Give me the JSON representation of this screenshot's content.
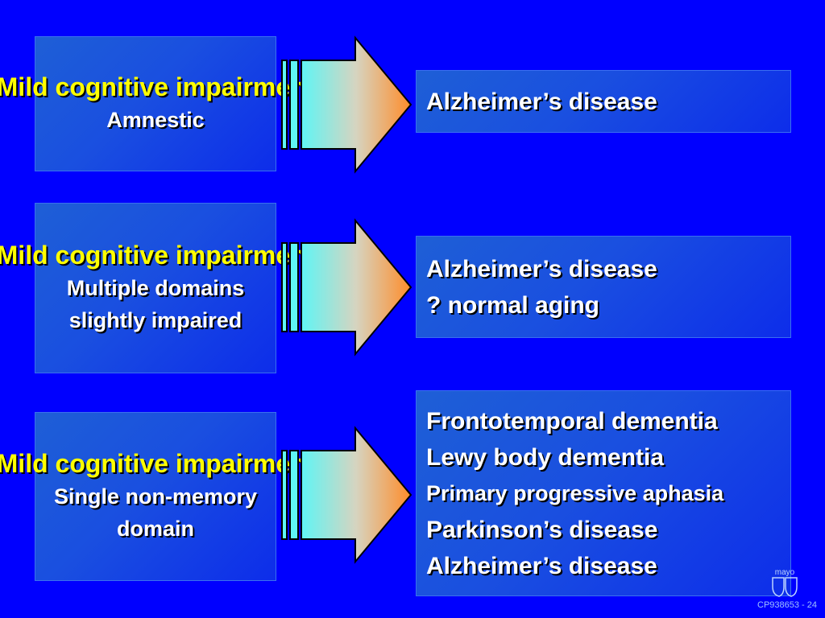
{
  "rows": [
    {
      "left_title": "Mild cognitive impairment",
      "left_subtitle": "Amnestic",
      "right_lines": [
        "Alzheimer’s disease"
      ]
    },
    {
      "left_title": "Mild cognitive impairment",
      "left_subtitle": "Multiple domains slightly impaired",
      "right_lines": [
        "Alzheimer’s disease",
        "? normal aging"
      ]
    },
    {
      "left_title": "Mild cognitive impairment",
      "left_subtitle": "Single non-memory domain",
      "right_lines": [
        "Frontotemporal dementia",
        "Lewy body dementia",
        "Primary progressive aphasia",
        "Parkinson’s disease",
        "Alzheimer’s disease"
      ]
    }
  ],
  "footer": {
    "logo_text": "mayo",
    "slide_code": "CP938653 - 24"
  },
  "colors": {
    "background": "#0000ff",
    "title_text": "#ffff00",
    "body_text": "#ffffff"
  }
}
